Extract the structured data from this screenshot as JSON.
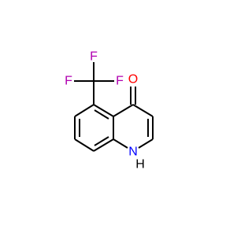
{
  "molecule": {
    "atoms": {
      "f_top": {
        "symbol": "F",
        "color": "#b000b0"
      },
      "f_left": {
        "symbol": "F",
        "color": "#b000b0"
      },
      "f_right": {
        "symbol": "F",
        "color": "#b000b0"
      },
      "oxygen": {
        "symbol": "O",
        "color": "#ff0000"
      },
      "nitrogen": {
        "symbol": "N",
        "color": "#0000ff"
      },
      "hydrogen": {
        "symbol": "H",
        "color": "#000000"
      }
    },
    "bond_color": "#000000"
  }
}
